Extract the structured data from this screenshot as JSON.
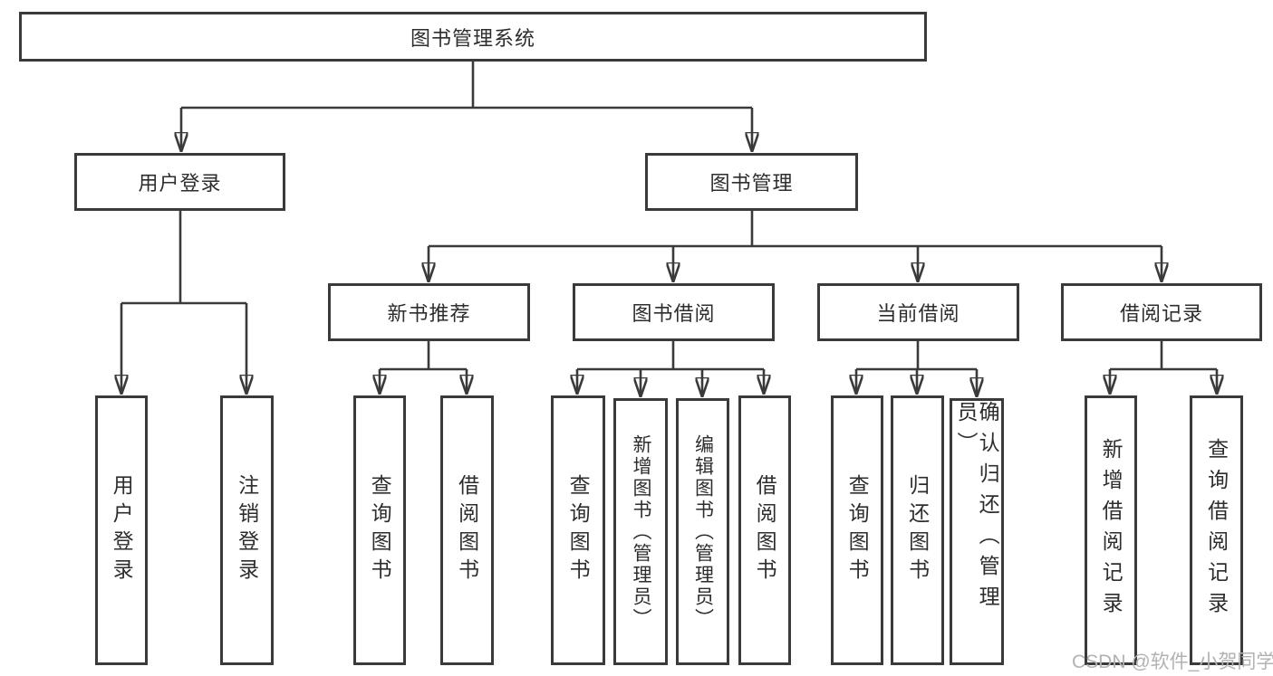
{
  "style": {
    "line_color": "#3a3a3a",
    "box_border_color": "#3a3a3a",
    "box_background": "#ffffff",
    "text_color": "#2d2d2d",
    "watermark_color": "#b2b2b2",
    "page_background": "#ffffff"
  },
  "nodes": {
    "root": {
      "label": "图书管理系统"
    },
    "user_login": {
      "label": "用户登录"
    },
    "book_management": {
      "label": "图书管理"
    },
    "new_book_recommend": {
      "label": "新书推荐"
    },
    "book_borrowing": {
      "label": "图书借阅"
    },
    "current_borrowing": {
      "label": "当前借阅"
    },
    "borrowing_records": {
      "label": "借阅记录"
    }
  },
  "leaves": {
    "user_login_login": {
      "label": "用户登录"
    },
    "user_login_logout": {
      "label": "注销登录"
    },
    "recommend_query_book": {
      "label": "查询图书"
    },
    "recommend_borrow_book": {
      "label": "借阅图书"
    },
    "borrowing_query_book": {
      "label": "查询图书"
    },
    "borrowing_add_book_admin": {
      "label": "新增图书（管理员）"
    },
    "borrowing_edit_book_admin": {
      "label": "编辑图书（管理员）"
    },
    "borrowing_borrow_book": {
      "label": "借阅图书"
    },
    "current_query_book": {
      "label": "查询图书"
    },
    "current_return_book": {
      "label": "归还图书"
    },
    "current_confirm_return_admin": {
      "label": "确认归还（管理员）"
    },
    "records_add_record": {
      "label": "新增借阅记录"
    },
    "records_query_record": {
      "label": "查询借阅记录"
    }
  },
  "watermark": {
    "text": "CSDN @软件_小贺同学"
  }
}
